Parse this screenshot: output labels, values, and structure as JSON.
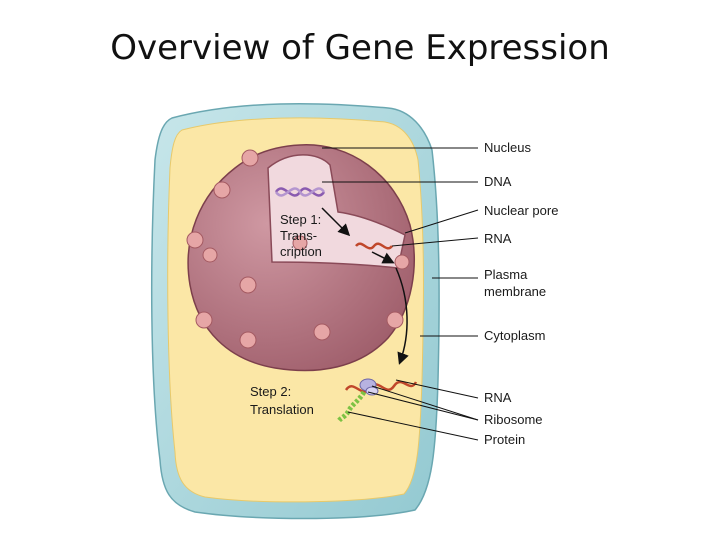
{
  "title": "Overview of Gene Expression",
  "labels": {
    "nucleus": "Nucleus",
    "dna": "DNA",
    "nuclear_pore": "Nuclear pore",
    "rna_top": "RNA",
    "plasma_membrane": [
      "Plasma",
      "membrane"
    ],
    "cytoplasm": "Cytoplasm",
    "rna_bottom": "RNA",
    "ribosome": "Ribosome",
    "protein": "Protein"
  },
  "steps": {
    "step1": [
      "Step 1:",
      "Trans-",
      "cription"
    ],
    "step2": [
      "Step 2:",
      "Translation"
    ]
  },
  "colors": {
    "cell_wall": "#a9d6dc",
    "cytoplasm": "#fbe7a6",
    "nucleus": "#b87b86",
    "nucleus_inner": "#f1d9de",
    "dna": "#8a5bb0",
    "rna": "#c0472b",
    "protein": "#7cc243",
    "pointer": "#222222"
  }
}
